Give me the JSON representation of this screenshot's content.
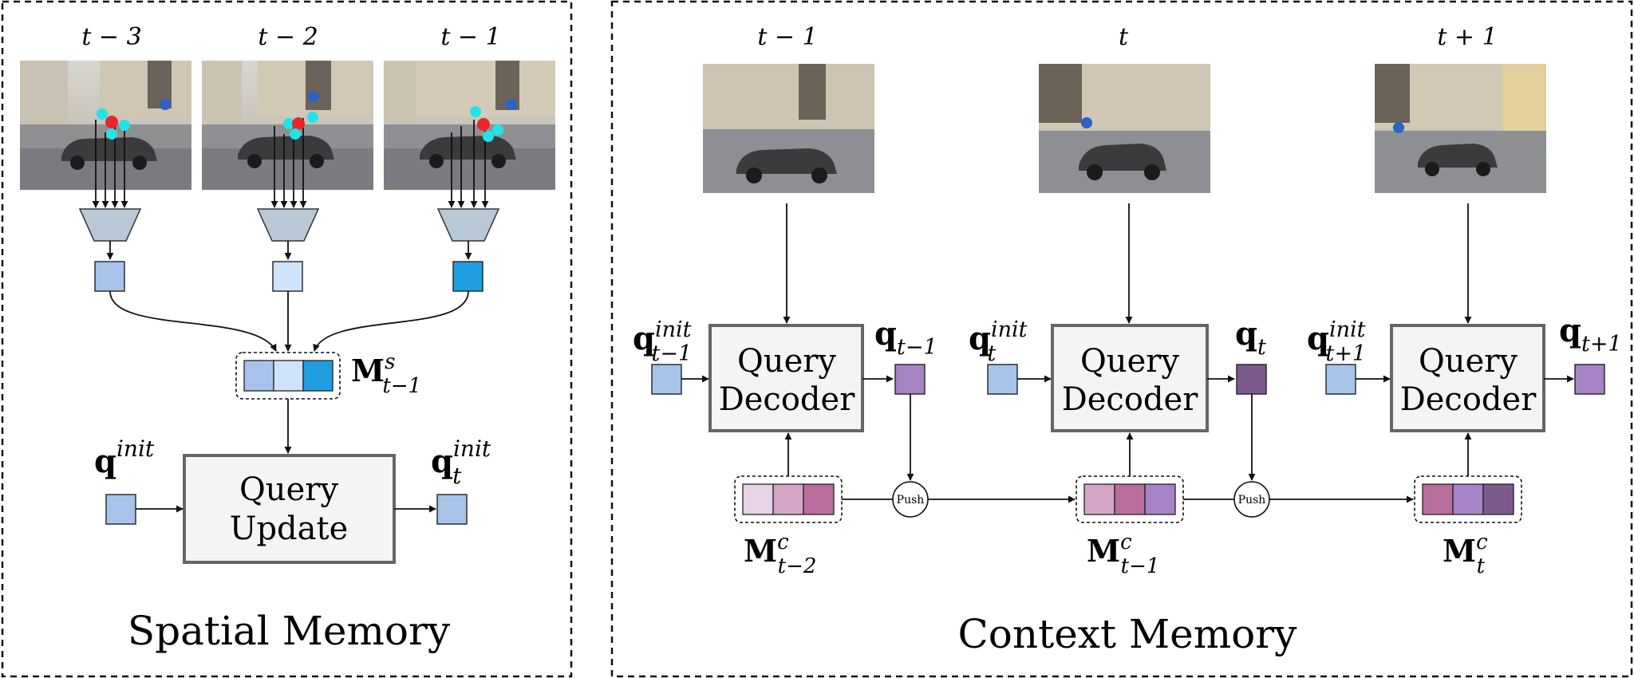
{
  "spatial": {
    "panel_title": "Spatial Memory",
    "frames": [
      {
        "label": "t − 3",
        "token_color": "#a7c3ea"
      },
      {
        "label": "t − 2",
        "token_color": "#cfe4fb"
      },
      {
        "label": "t − 1",
        "token_color": "#1f9ee0"
      }
    ],
    "memory_main": "M",
    "memory_sup": "s",
    "memory_sub": "t−1",
    "memory_cells": [
      "#a7c3ea",
      "#cfe4fb",
      "#1f9ee0"
    ],
    "update_block": {
      "line1": "Query",
      "line2": "Update"
    },
    "input": {
      "main": "q",
      "sup": "init",
      "sub": ""
    },
    "output": {
      "main": "q",
      "sup": "init",
      "sub": "t"
    }
  },
  "context": {
    "panel_title": "Context Memory",
    "push_label": "Push",
    "decoder_line1": "Query",
    "decoder_line2": "Decoder",
    "steps": [
      {
        "frame_label": "t − 1",
        "input": {
          "main": "q",
          "sup": "init",
          "sub": "t−1"
        },
        "output": {
          "main": "q",
          "sub": "t−1"
        },
        "output_color": "#a583c4",
        "memory": {
          "main": "M",
          "sup": "c",
          "sub": "t−2"
        },
        "memory_cells": [
          "#e6d3e6",
          "#d4a5c6",
          "#b86e9c"
        ]
      },
      {
        "frame_label": "t",
        "input": {
          "main": "q",
          "sup": "init",
          "sub": "t"
        },
        "output": {
          "main": "q",
          "sub": "t"
        },
        "output_color": "#7d5a8e",
        "memory": {
          "main": "M",
          "sup": "c",
          "sub": "t−1"
        },
        "memory_cells": [
          "#d4a5c6",
          "#b86e9c",
          "#a583c4"
        ]
      },
      {
        "frame_label": "t + 1",
        "input": {
          "main": "q",
          "sup": "init",
          "sub": "t+1"
        },
        "output": {
          "main": "q",
          "sub": "t+1"
        },
        "output_color": "#a583c4",
        "memory": {
          "main": "M",
          "sup": "c",
          "sub": "t"
        },
        "memory_cells": [
          "#b86e9c",
          "#a583c4",
          "#7d5a8e"
        ]
      }
    ]
  },
  "colors": {
    "query_token": "#a7c3ea",
    "block_fill": "#f4f4f4",
    "block_stroke": "#666666",
    "encoder_fill": "#b8c8d6",
    "keypoint_red": "#e8262c",
    "keypoint_cyan": "#22e4e8"
  }
}
